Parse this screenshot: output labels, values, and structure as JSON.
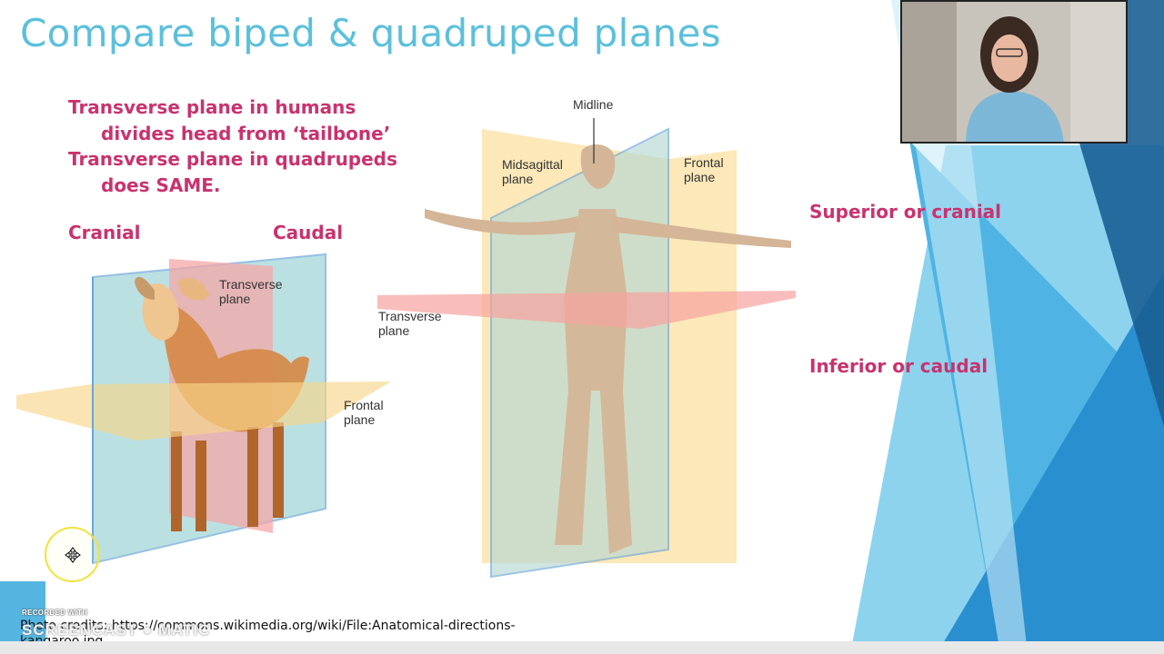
{
  "slide": {
    "title": "Compare biped & quadruped planes",
    "bullets": [
      "Transverse plane in humans",
      "divides head from ‘tailbone’",
      "Transverse plane in quadrupeds",
      "does SAME."
    ],
    "cranial_label": "Cranial",
    "caudal_label": "Caudal",
    "superior_label": "Superior or cranial",
    "inferior_label": "Inferior or caudal",
    "goat_diagram": {
      "transverse_line1": "Transverse",
      "transverse_line2": "plane",
      "frontal_line1": "Frontal",
      "frontal_line2": "plane"
    },
    "human_diagram": {
      "midline": "Midline",
      "midsagittal_line1": "Midsagittal",
      "midsagittal_line2": "plane",
      "frontal_line1": "Frontal",
      "frontal_line2": "plane",
      "transverse_line1": "Transverse",
      "transverse_line2": "plane"
    },
    "credits_line1": "Photo credits: https://commons.wikimedia.org/wiki/File:Anatomical-directions-",
    "credits_line2": "kangaroo.jpg"
  },
  "overlay": {
    "recorded_with": "RECORDED WITH",
    "brand": "SCREENCAST ● MATIC"
  },
  "colors": {
    "title": "#5bc0dc",
    "accent_magenta": "#c8336e",
    "theme_blue": "#2f9ed3"
  },
  "icons": {
    "cursor": "move-cursor-icon"
  }
}
